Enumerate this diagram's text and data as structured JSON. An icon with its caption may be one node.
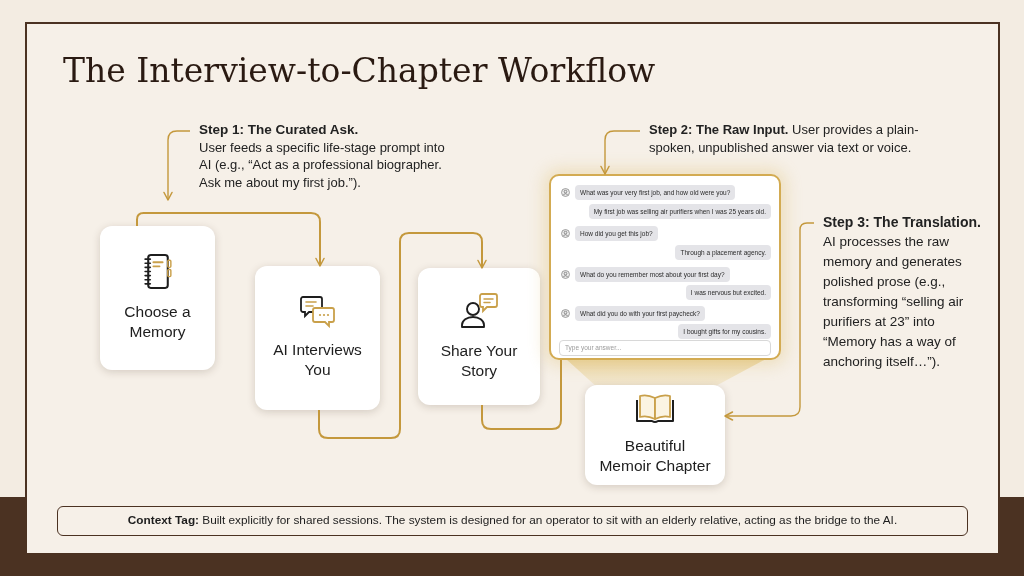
{
  "diagram": {
    "title": "The Interview-to-Chapter Workflow",
    "nodes": [
      {
        "text": [
          "Step 1: The Curated Ask.",
          "User feeds a specific life-stage prompt into AI (e.g., “Act as a professional biographer. Ask me about my first job.”)."
        ]
      },
      {
        "text": [
          "Choose a Memory"
        ]
      },
      {
        "text": [
          "AI Interviews You"
        ]
      },
      {
        "text": [
          "Share Your Story"
        ]
      },
      {
        "text": [
          "**Step 2: The Raw Input.** User provides a plain-spoken, unpublished answer via text or voice."
        ]
      },
      {
        "text": [],
        "shape": "box"
      },
      {
        "text": [
          "What was your very first job, and how old were you?"
        ],
        "in": 5
      },
      {
        "text": [
          "My first job was selling air purifiers when I was 25 years old."
        ],
        "in": 5
      },
      {
        "text": [
          "How did you get this job?"
        ],
        "in": 5
      },
      {
        "text": [
          "Through a placement agency."
        ],
        "in": 5
      },
      {
        "text": [
          "What do you remember most about your first day?"
        ],
        "in": 5
      },
      {
        "text": [
          "I was nervous but excited."
        ],
        "in": 5
      },
      {
        "text": [
          "What did you do with your first paycheck?"
        ],
        "in": 5
      },
      {
        "text": [
          "I bought gifts for my cousins."
        ],
        "in": 5
      },
      {
        "text": [
          "Type your answer..."
        ],
        "in": 5
      },
      {
        "text": [
          "Step 3: The Translation.",
          "AI processes the raw memory and generates polished prose (e.g., transforming “selling air purifiers at 23” into “Memory has a way of anchoring itself…”)."
        ]
      },
      {
        "text": [
          "Beautiful Memoir Chapter"
        ]
      },
      {
        "text": [
          "**Context Tag:** Built explicitly for shared sessions. The system is designed for an operator to sit with an elderly relative, acting as the bridge to the AI."
        ]
      }
    ],
    "edges": [
      {
        "from": 0,
        "to": null,
        "arrow": "to"
      },
      {
        "from": 1,
        "to": 2,
        "arrow": "to"
      },
      {
        "from": 2,
        "to": 3,
        "arrow": "to"
      },
      {
        "from": 3,
        "to": 5,
        "arrow": "none"
      },
      {
        "from": 4,
        "to": 5,
        "arrow": "to"
      },
      {
        "from": 15,
        "to": 16,
        "arrow": "to"
      }
    ]
  }
}
